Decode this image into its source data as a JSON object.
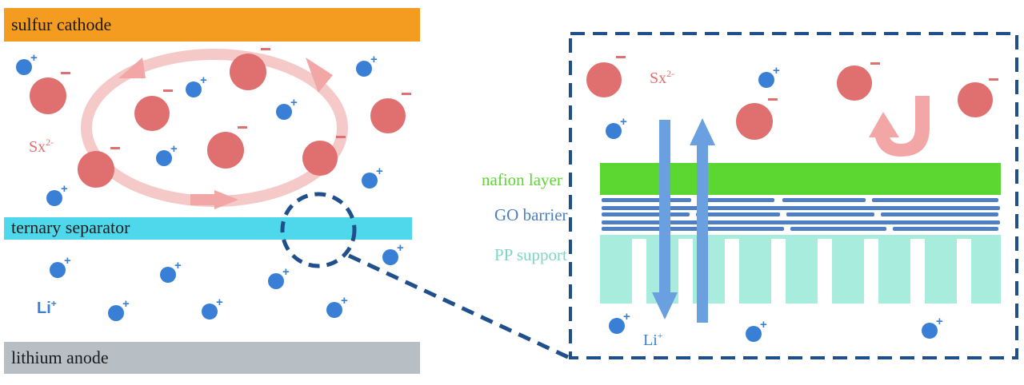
{
  "left_panel": {
    "cathode_label": "sulfur cathode",
    "separator_label": "ternary separator",
    "anode_label": "lithium anode",
    "polysulfide_label": "Sx",
    "polysulfide_charge": "2-",
    "lithium_label": "Li",
    "lithium_charge": "+",
    "minus_sign": "−",
    "plus_sign": "+"
  },
  "right_panel": {
    "polysulfide_label": "Sx",
    "polysulfide_charge": "2-",
    "nafion_label": "nafion layer",
    "go_label": "GO barrier",
    "pp_label": "PP support",
    "lithium_label": "Li",
    "lithium_charge": "+"
  },
  "colors": {
    "cathode": "#f39c1f",
    "separator": "#4fd8ec",
    "anode": "#b8bfc4",
    "polysulfide": "#e07070",
    "lithium_ion": "#3a7fd6",
    "nafion": "#5cd630",
    "go": "#4e7fc4",
    "pp": "#a8ecdd",
    "dashed": "#1f4f8c"
  }
}
